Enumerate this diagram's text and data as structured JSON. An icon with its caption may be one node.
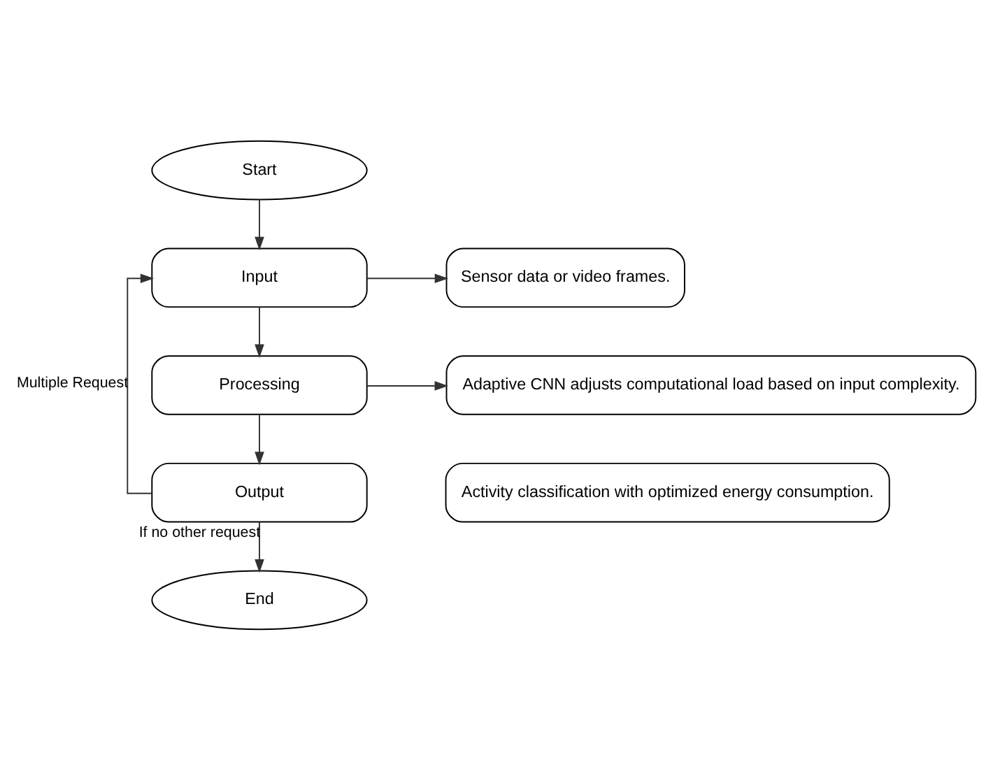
{
  "diagram": {
    "nodes": [
      {
        "text": [
          "Start"
        ]
      },
      {
        "text": [
          "Input"
        ]
      },
      {
        "text": [
          "Sensor data or video frames."
        ]
      },
      {
        "text": [
          "Processing"
        ]
      },
      {
        "text": [
          "Adaptive CNN adjusts computational load based on input complexity."
        ]
      },
      {
        "text": [
          "Output"
        ]
      },
      {
        "text": [
          "Activity classification with optimized energy consumption."
        ]
      },
      {
        "text": [
          "End"
        ]
      }
    ],
    "edges": [
      {
        "from": 0,
        "to": 1,
        "arrow": "to"
      },
      {
        "from": 1,
        "to": 2,
        "arrow": "to"
      },
      {
        "from": 1,
        "to": 3,
        "arrow": "to"
      },
      {
        "from": 3,
        "to": 4,
        "arrow": "to"
      },
      {
        "from": 3,
        "to": 5,
        "arrow": "to"
      },
      {
        "from": 5,
        "to": 7,
        "arrow": "to",
        "label": "If no other request"
      },
      {
        "from": 5,
        "to": 1,
        "arrow": "to",
        "label": "Multiple Request"
      }
    ]
  }
}
